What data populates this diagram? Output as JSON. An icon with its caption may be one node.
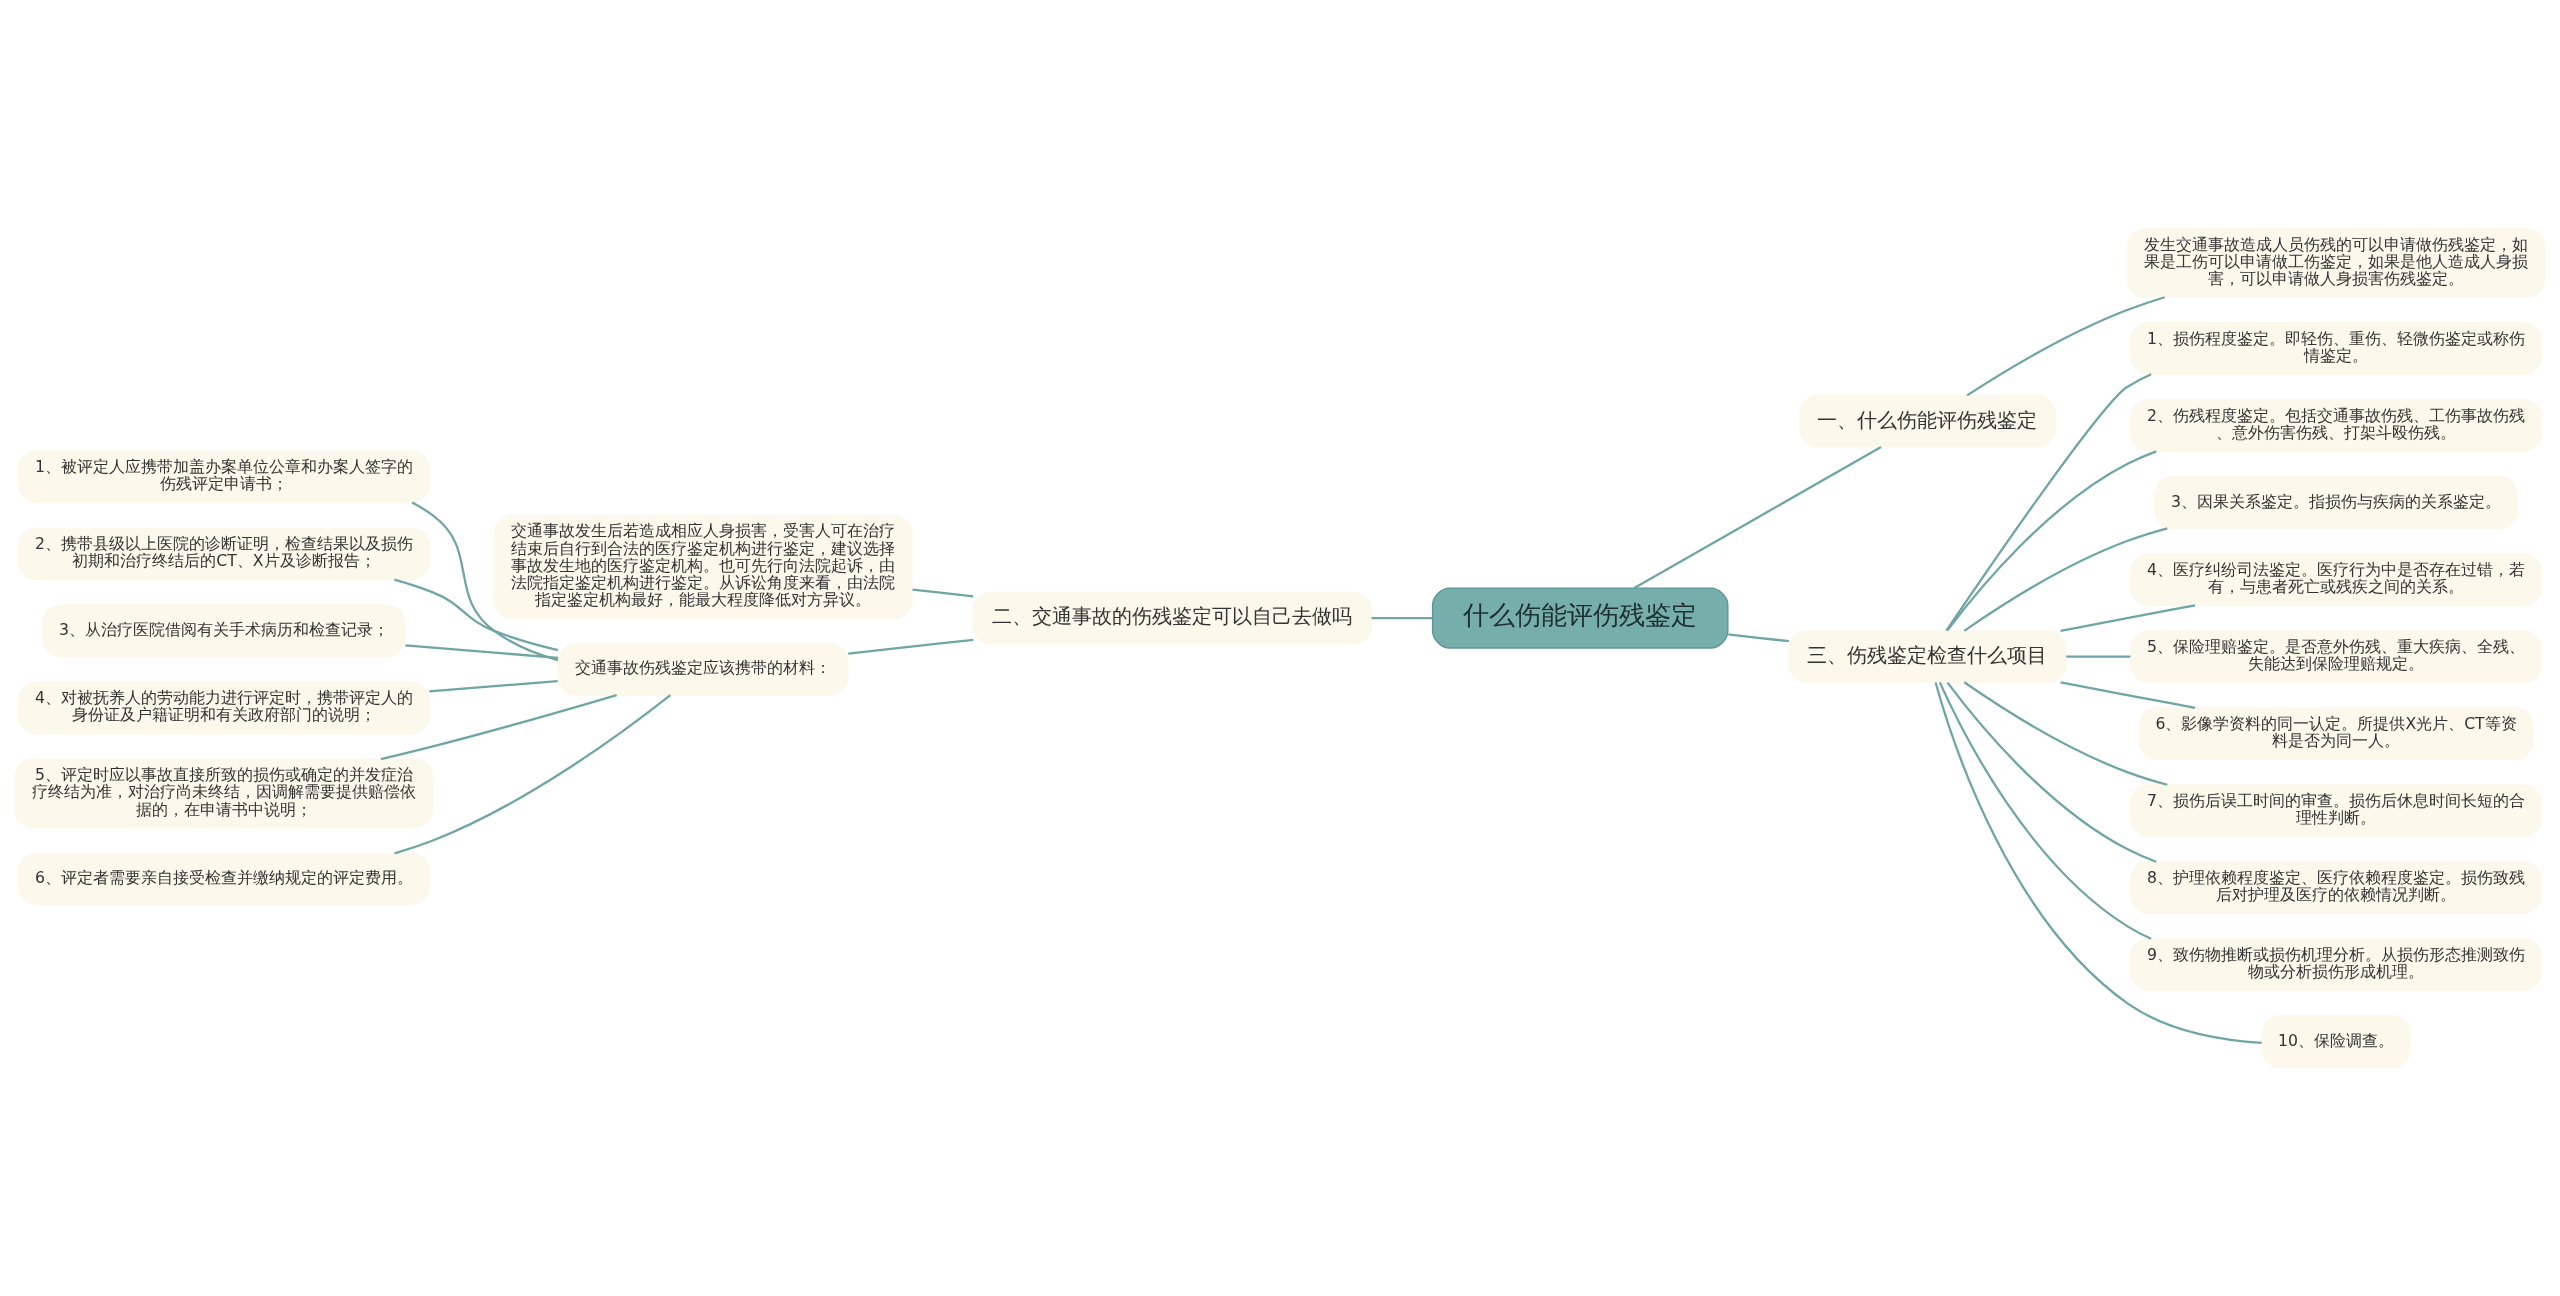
{
  "diagram": {
    "nodes": [
      {
        "text": [
          "什么伤能评伤残鉴定"
        ]
      },
      {
        "text": [
          "一、什么伤能评伤残鉴定"
        ]
      },
      {
        "text": [
          "发生交通事故造成人员伤残的可以申请做伤残鉴定，如果是工伤可以申请做工伤鉴定，如果是他人造成人身损害，可以申请做人身损害伤残鉴定。"
        ]
      },
      {
        "text": [
          "三、伤残鉴定检查什么项目"
        ]
      },
      {
        "text": [
          "1、损伤程度鉴定。即轻伤、重伤、轻微伤鉴定或称伤情鉴定。"
        ]
      },
      {
        "text": [
          "2、伤残程度鉴定。包括交通事故伤残、工伤事故伤残、意外伤害伤残、打架斗殴伤残。"
        ]
      },
      {
        "text": [
          "3、因果关系鉴定。指损伤与疾病的关系鉴定。"
        ]
      },
      {
        "text": [
          "4、医疗纠纷司法鉴定。医疗行为中是否存在过错，若有，与患者死亡或残疾之间的关系。"
        ]
      },
      {
        "text": [
          "5、保险理赔鉴定。是否意外伤残、重大疾病、全残、失能达到保险理赔规定。"
        ]
      },
      {
        "text": [
          "6、影像学资料的同一认定。所提供X光片、CT等资料是否为同一人。"
        ]
      },
      {
        "text": [
          "7、损伤后误工时间的审查。损伤后休息时间长短的合理性判断。"
        ]
      },
      {
        "text": [
          "8、护理依赖程度鉴定、医疗依赖程度鉴定。损伤致残后对护理及医疗的依赖情况判断。"
        ]
      },
      {
        "text": [
          "9、致伤物推断或损伤机理分析。从损伤形态推测致伤物或分析损伤形成机理。"
        ]
      },
      {
        "text": [
          "10、保险调查。"
        ]
      },
      {
        "text": [
          "二、交通事故的伤残鉴定可以自己去做吗"
        ]
      },
      {
        "text": [
          "交通事故发生后若造成相应人身损害，受害人可在治疗结束后自行到合法的医疗鉴定机构进行鉴定，建议选择事故发生地的医疗鉴定机构。也可先行向法院起诉，由法院指定鉴定机构进行鉴定。从诉讼角度来看，由法院指定鉴定机构最好，能最大程度降低对方异议。"
        ]
      },
      {
        "text": [
          "交通事故伤残鉴定应该携带的材料："
        ]
      },
      {
        "text": [
          "1、被评定人应携带加盖办案单位公章和办案人签字的伤残评定申请书；"
        ]
      },
      {
        "text": [
          "2、携带县级以上医院的诊断证明，检查结果以及损伤初期和治疗终结后的CT、X片及诊断报告；"
        ]
      },
      {
        "text": [
          "3、从治疗医院借阅有关手术病历和检查记录；"
        ]
      },
      {
        "text": [
          "4、对被抚养人的劳动能力进行评定时，携带评定人的身份证及户籍证明和有关政府部门的说明；"
        ]
      },
      {
        "text": [
          "5、评定时应以事故直接所致的损伤或确定的并发症治疗终结为准，对治疗尚未终结，因调解需要提供赔偿依据的，在申请书中说明；"
        ]
      },
      {
        "text": [
          "6、评定者需要亲自接受检查并缴纳规定的评定费用。"
        ]
      }
    ],
    "edges": [
      {
        "from": 0,
        "to": 1,
        "arrow": "none"
      },
      {
        "from": 1,
        "to": 2,
        "arrow": "none"
      },
      {
        "from": 0,
        "to": 3,
        "arrow": "none"
      },
      {
        "from": 3,
        "to": 4,
        "arrow": "none"
      },
      {
        "from": 3,
        "to": 5,
        "arrow": "none"
      },
      {
        "from": 3,
        "to": 6,
        "arrow": "none"
      },
      {
        "from": 3,
        "to": 7,
        "arrow": "none"
      },
      {
        "from": 3,
        "to": 8,
        "arrow": "none"
      },
      {
        "from": 3,
        "to": 9,
        "arrow": "none"
      },
      {
        "from": 3,
        "to": 10,
        "arrow": "none"
      },
      {
        "from": 3,
        "to": 11,
        "arrow": "none"
      },
      {
        "from": 3,
        "to": 12,
        "arrow": "none"
      },
      {
        "from": 3,
        "to": 13,
        "arrow": "none"
      },
      {
        "from": 14,
        "to": 0,
        "arrow": "none"
      },
      {
        "from": 15,
        "to": 14,
        "arrow": "none"
      },
      {
        "from": 16,
        "to": 14,
        "arrow": "none"
      },
      {
        "from": 17,
        "to": 16,
        "arrow": "none"
      },
      {
        "from": 18,
        "to": 16,
        "arrow": "none"
      },
      {
        "from": 19,
        "to": 16,
        "arrow": "none"
      },
      {
        "from": 20,
        "to": 16,
        "arrow": "none"
      },
      {
        "from": 21,
        "to": 16,
        "arrow": "none"
      },
      {
        "from": 22,
        "to": 16,
        "arrow": "none"
      }
    ]
  }
}
